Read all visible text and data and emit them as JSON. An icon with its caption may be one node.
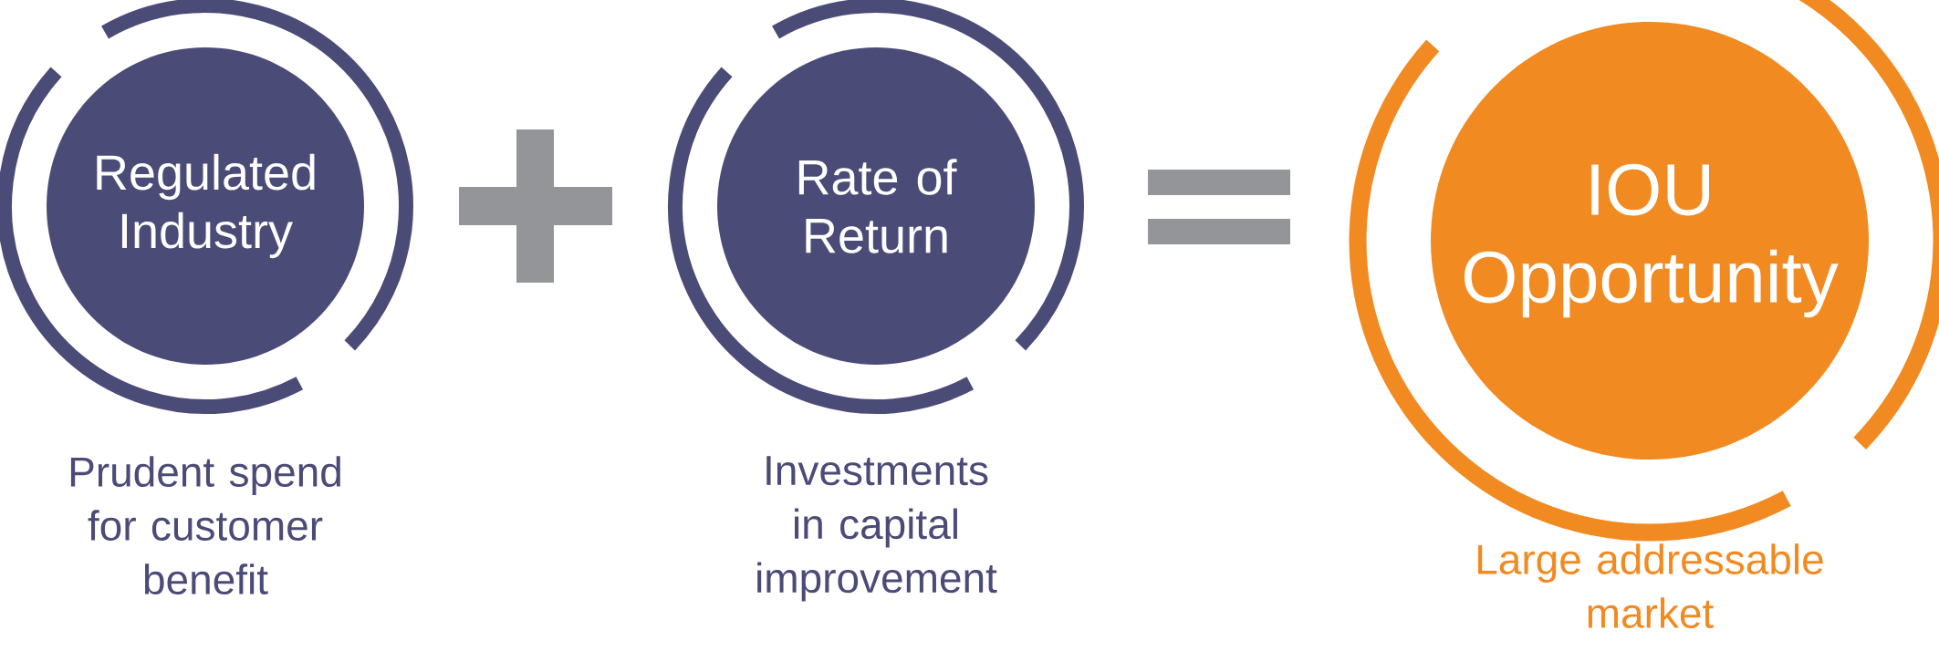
{
  "diagram": {
    "nodes": [
      {
        "text": [
          "Regulated Industry"
        ],
        "beside": [
          "Prudent spend for customer benefit"
        ]
      },
      {
        "text": [
          "Rate of Return"
        ],
        "beside": [
          "Investments in capital improvement"
        ]
      },
      {
        "text": [
          "IOU Opportunity"
        ],
        "beside": [
          "Large addressable market"
        ]
      }
    ]
  }
}
